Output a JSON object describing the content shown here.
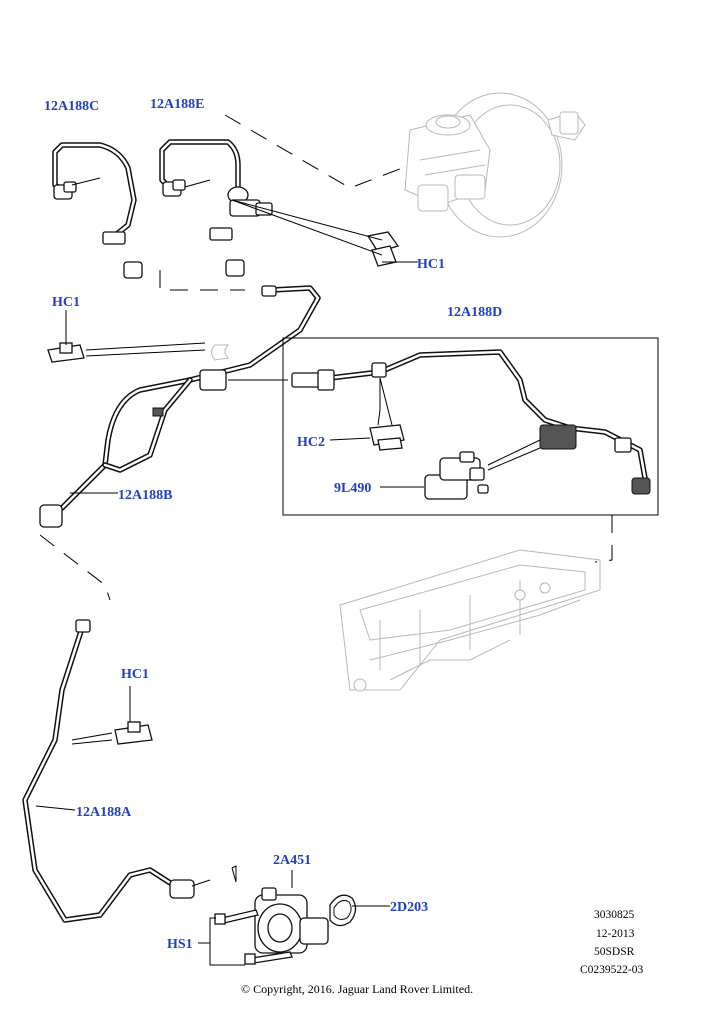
{
  "callouts": {
    "c_12a188c": "12A188C",
    "c_12a188e": "12A188E",
    "c_hc1_top": "HC1",
    "c_hc1_left": "HC1",
    "c_12a188d": "12A188D",
    "c_hc2": "HC2",
    "c_9l490": "9L490",
    "c_12a188b": "12A188B",
    "c_hc1_mid": "HC1",
    "c_12a188a": "12A188A",
    "c_2a451": "2A451",
    "c_2d203": "2D203",
    "c_hs1": "HS1"
  },
  "meta": {
    "line1": "3030825",
    "line2": "12-2013",
    "line3": "50SDSR",
    "line4": "C0239522-03"
  },
  "copyright": "© Copyright, 2016. Jaguar Land Rover Limited.",
  "colors": {
    "callout": "#1f3fc4",
    "line": "#111111",
    "ghost": "#b8b8b8"
  }
}
